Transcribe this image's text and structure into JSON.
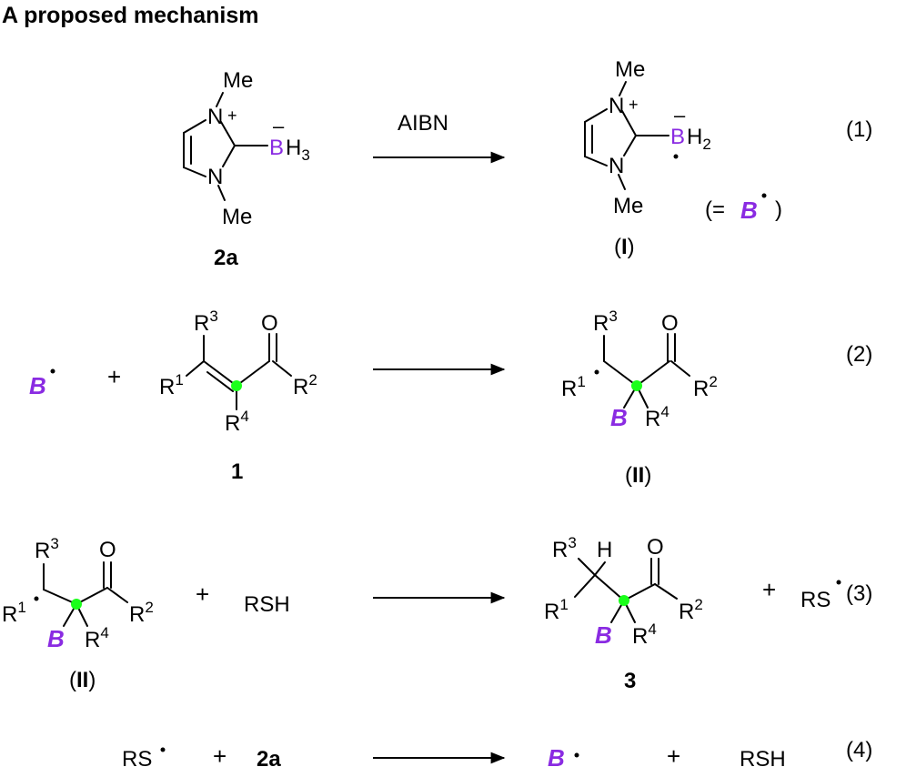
{
  "title": "A proposed mechanism",
  "labels": {
    "me": "Me",
    "n": "N",
    "plus": "+",
    "minus": "–",
    "b": "B",
    "h3": "H3",
    "h2": "H2",
    "h": "H",
    "o": "O",
    "r": "R",
    "sup1": "1",
    "sup2": "2",
    "sup3": "3",
    "sup4": "4",
    "boryl": "B",
    "rsh": "RSH",
    "rs": "RS",
    "aibn": "AIBN",
    "eq_open": "(=",
    "eq_close": ")"
  },
  "compounds": {
    "c2a": "2a",
    "cI_open": "(",
    "cI": "I",
    "cI_close": ")",
    "cII_open": "(",
    "cII": "II",
    "cII_close": ")",
    "c1": "1",
    "c3": "3"
  },
  "equations": [
    "(1)",
    "(2)",
    "(3)",
    "(4)"
  ],
  "colors": {
    "boron": "#8a2be2",
    "marker": "#1aff1a"
  }
}
